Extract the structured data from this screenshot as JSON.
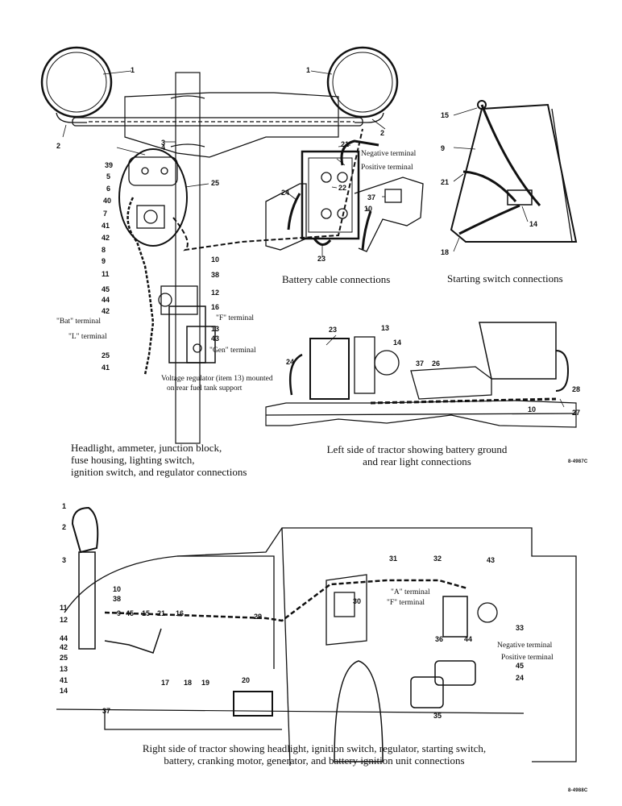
{
  "panels": {
    "p1": {
      "caption": [
        "Headlight, ammeter, junction block,",
        "fuse housing, lighting switch,",
        "ignition switch, and regulator connections"
      ],
      "notes": {
        "bat_terminal": "\"Bat\" terminal",
        "l_terminal": "\"L\" terminal",
        "f_terminal": "\"F\" terminal",
        "gen_terminal": "\"Gen\" terminal",
        "regulator_note": [
          "Voltage regulator (item 13) mounted",
          "on rear fuel tank support"
        ]
      },
      "callouts": [
        "1",
        "1",
        "2",
        "2",
        "3",
        "4",
        "25",
        "39",
        "5",
        "6",
        "40",
        "7",
        "41",
        "42",
        "8",
        "9",
        "10",
        "11",
        "38",
        "45",
        "44",
        "12",
        "42",
        "16",
        "13",
        "43",
        "25",
        "41"
      ]
    },
    "p2": {
      "caption": "Battery cable connections",
      "notes": {
        "negative_terminal": "Negative terminal",
        "positive_terminal": "Positive terminal"
      },
      "callouts": [
        "21",
        "24",
        "22",
        "37",
        "10",
        "23"
      ]
    },
    "p3": {
      "caption": "Starting switch connections",
      "callouts": [
        "15",
        "9",
        "21",
        "14",
        "18"
      ]
    },
    "p4": {
      "caption": [
        "Left side of tractor showing battery ground",
        "and rear light connections"
      ],
      "code": "8-4987C",
      "callouts": [
        "23",
        "13",
        "14",
        "24",
        "37",
        "26",
        "28",
        "10",
        "27"
      ]
    },
    "p5": {
      "caption": [
        "Right side of tractor showing headlight, ignition switch, regulator, starting switch,",
        "battery, cranking motor, generator, and battery ignition unit connections"
      ],
      "code": "8-4988C",
      "notes": {
        "a_terminal": "\"A\" terminal",
        "f_terminal": "\"F\" terminal",
        "negative_terminal": "Negative terminal",
        "positive_terminal": "Positive terminal"
      },
      "callouts": [
        "1",
        "2",
        "3",
        "10",
        "38",
        "11",
        "12",
        "44",
        "42",
        "25",
        "13",
        "41",
        "14",
        "9",
        "45",
        "15",
        "21",
        "16",
        "17",
        "18",
        "19",
        "20",
        "29",
        "30",
        "31",
        "32",
        "43",
        "36",
        "44",
        "33",
        "45",
        "24",
        "35",
        "37"
      ]
    }
  }
}
